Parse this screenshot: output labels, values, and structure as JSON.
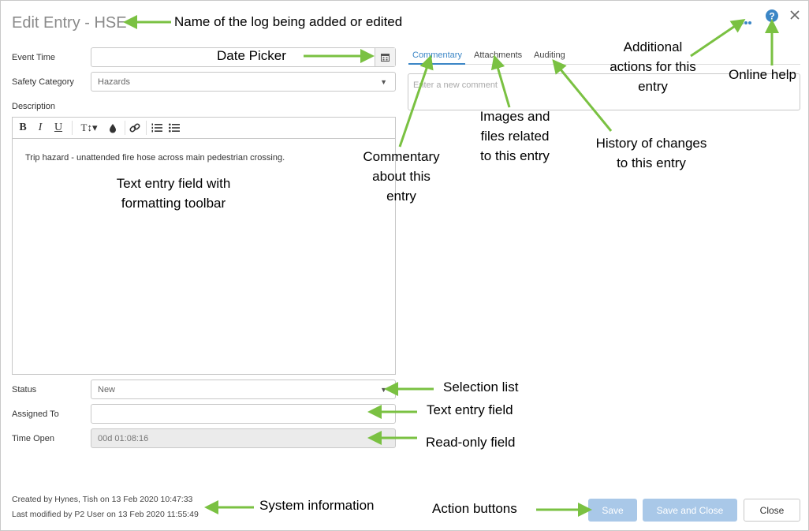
{
  "window": {
    "title": "Edit Entry - HSE"
  },
  "form": {
    "event_time_label": "Event Time",
    "event_time_value": "",
    "safety_category_label": "Safety Category",
    "safety_category_value": "Hazards",
    "description_label": "Description",
    "description_text": "Trip hazard - unattended fire hose across main pedestrian crossing.",
    "status_label": "Status",
    "status_value": "New",
    "assigned_to_label": "Assigned To",
    "assigned_to_value": "",
    "time_open_label": "Time Open",
    "time_open_value": "00d 01:08:16"
  },
  "toolbar": {
    "bold": "B",
    "italic": "I",
    "underline": "U",
    "text_size": "T↕▾",
    "icons": [
      "bold-icon",
      "italic-icon",
      "underline-icon",
      "text-size-icon",
      "color-drop-icon",
      "link-icon",
      "numbered-list-icon",
      "bullet-list-icon"
    ]
  },
  "tabs": [
    {
      "label": "Commentary",
      "active": true
    },
    {
      "label": "Attachments",
      "active": false
    },
    {
      "label": "Auditing",
      "active": false
    }
  ],
  "commentary": {
    "placeholder": "Enter a new comment"
  },
  "system_info": {
    "created": "Created by Hynes, Tish on 13 Feb 2020 10:47:33",
    "modified": "Last modified by P2 User on 13 Feb 2020 11:55:49"
  },
  "buttons": {
    "save": "Save",
    "save_and_close": "Save and Close",
    "close": "Close"
  },
  "annotations": {
    "log_name": "Name of the log being added or edited",
    "date_picker": "Date Picker",
    "text_entry_toolbar_1": "Text entry field with",
    "text_entry_toolbar_2": "formatting toolbar",
    "commentary_1": "Commentary",
    "commentary_2": "about this",
    "commentary_3": "entry",
    "attachments_1": "Images and",
    "attachments_2": "files related",
    "attachments_3": "to this entry",
    "auditing_1": "History of changes",
    "auditing_2": "to this entry",
    "additional_1": "Additional",
    "additional_2": "actions for this",
    "additional_3": "entry",
    "online_help": "Online help",
    "selection_list": "Selection list",
    "text_entry_field": "Text entry field",
    "read_only_field": "Read-only field",
    "system_information": "System information",
    "action_buttons": "Action buttons"
  },
  "colors": {
    "accent": "#3b86c6",
    "annotation_arrow": "#7ac142",
    "primary_button": "#a9c8e8"
  }
}
